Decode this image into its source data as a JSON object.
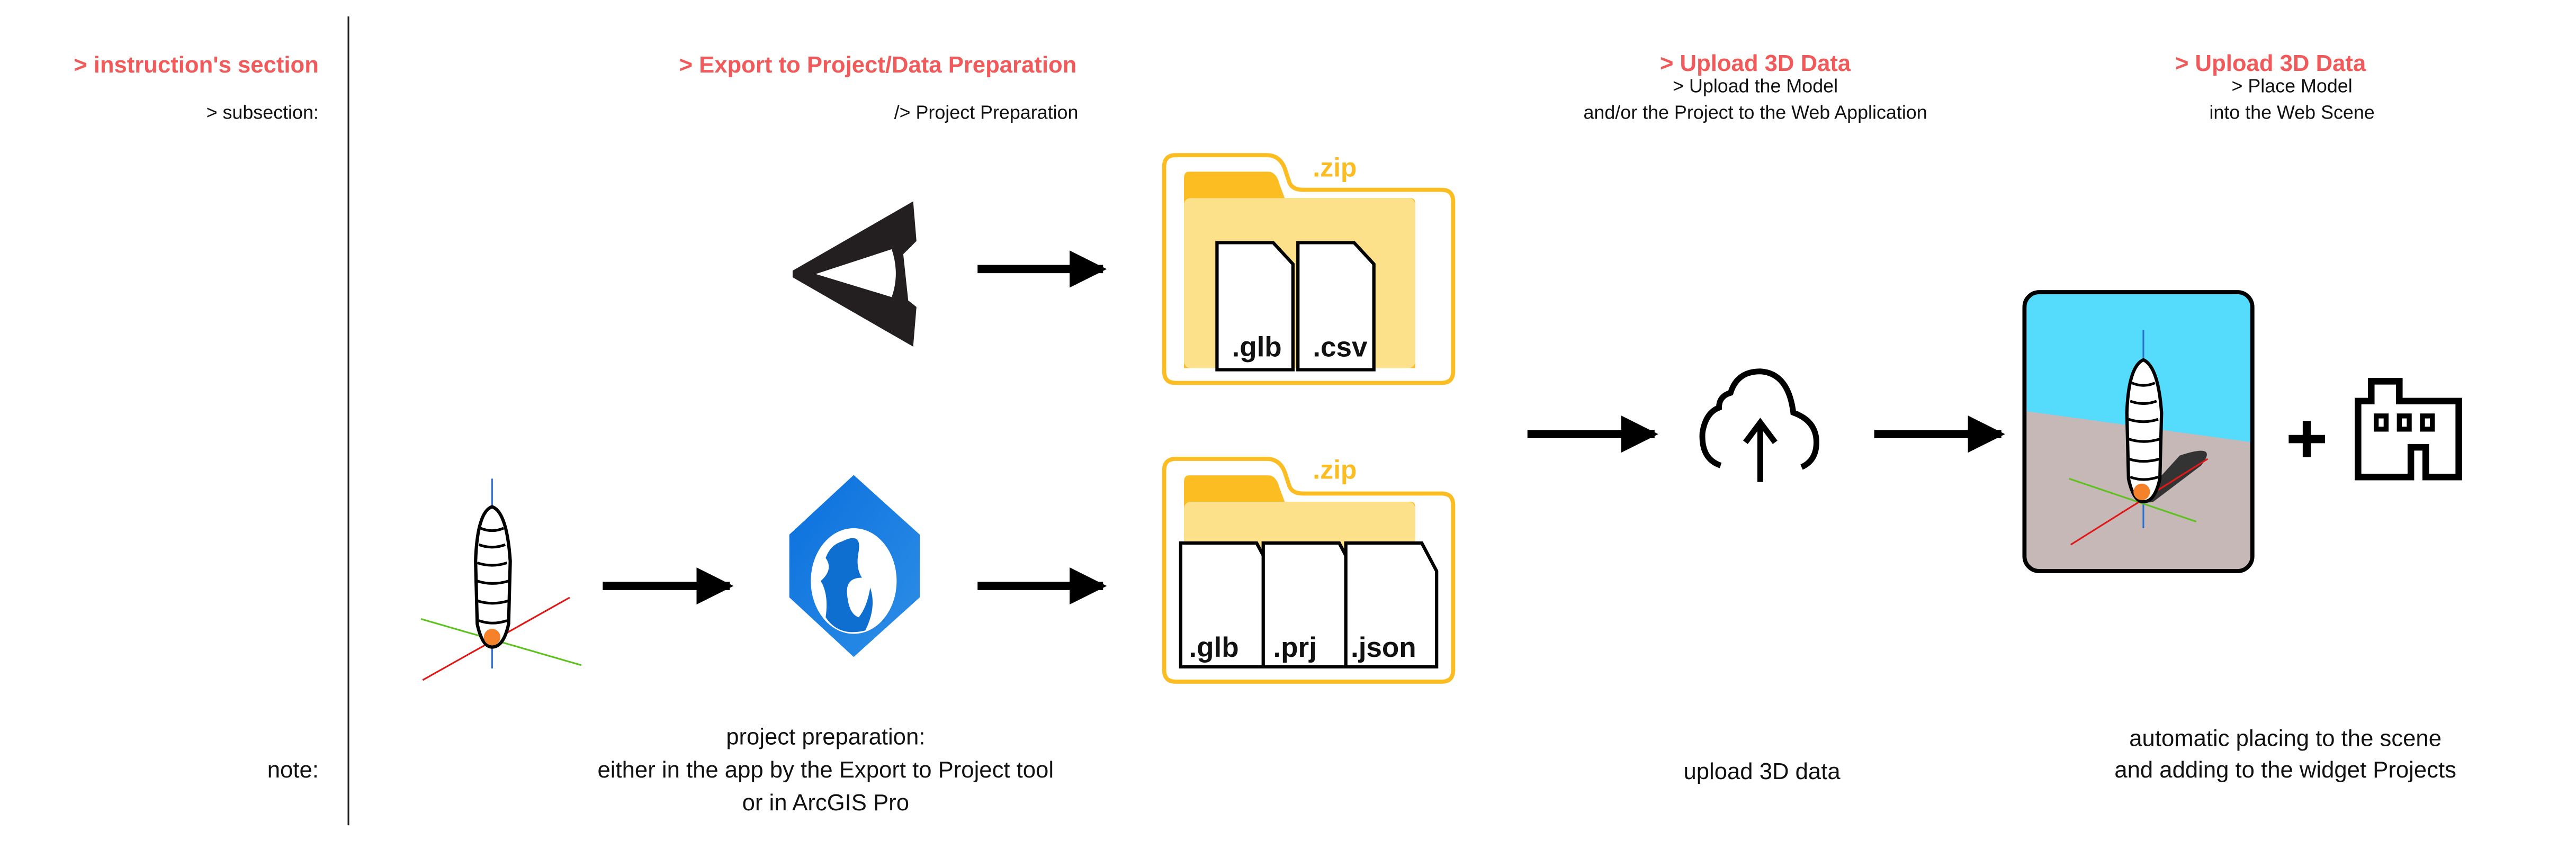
{
  "left_column": {
    "section_label": "> instruction's section",
    "subsection_label": "> subsection:",
    "note_label": "note:"
  },
  "steps": [
    {
      "section": "> Export to Project/Data Preparation",
      "subsection": "/> Project Preparation",
      "note_lines": [
        "project preparation:",
        "either in the app by the Export to Project tool",
        "or in ArcGIS Pro"
      ]
    },
    {
      "section": "> Upload 3D Data",
      "subsection_lines": [
        "> Upload the Model",
        "and/or the Project to the Web Application"
      ],
      "note_lines": [
        "upload 3D data"
      ]
    },
    {
      "section": "> Upload 3D Data",
      "subsection_lines": [
        "> Place Model",
        "into the Web Scene"
      ],
      "note_lines": [
        "automatic placing to the scene",
        "and adding to the widget Projects"
      ]
    }
  ],
  "archives": [
    {
      "label": ".zip",
      "files": [
        ".glb",
        ".csv"
      ]
    },
    {
      "label": ".zip",
      "files": [
        ".glb",
        ".prj",
        ".json"
      ]
    }
  ],
  "icons": [
    "app-logo-icon",
    "3d-model-icon",
    "arcgis-pro-globe-icon",
    "zip-folder-icon",
    "cloud-upload-icon",
    "web-scene-icon",
    "plus-icon",
    "building-icon",
    "arrow-right-icon"
  ],
  "colors": {
    "heading": "#f05a5a",
    "folder": "#fbbd22",
    "folder_light": "#fde08a",
    "sky": "#55dbfc",
    "ground": "#c5b8b6",
    "globe": "#0a6fde",
    "axis_x": "#e01818",
    "axis_y": "#5ec21e",
    "axis_z": "#2a6fd6",
    "origin": "#f5822a"
  }
}
